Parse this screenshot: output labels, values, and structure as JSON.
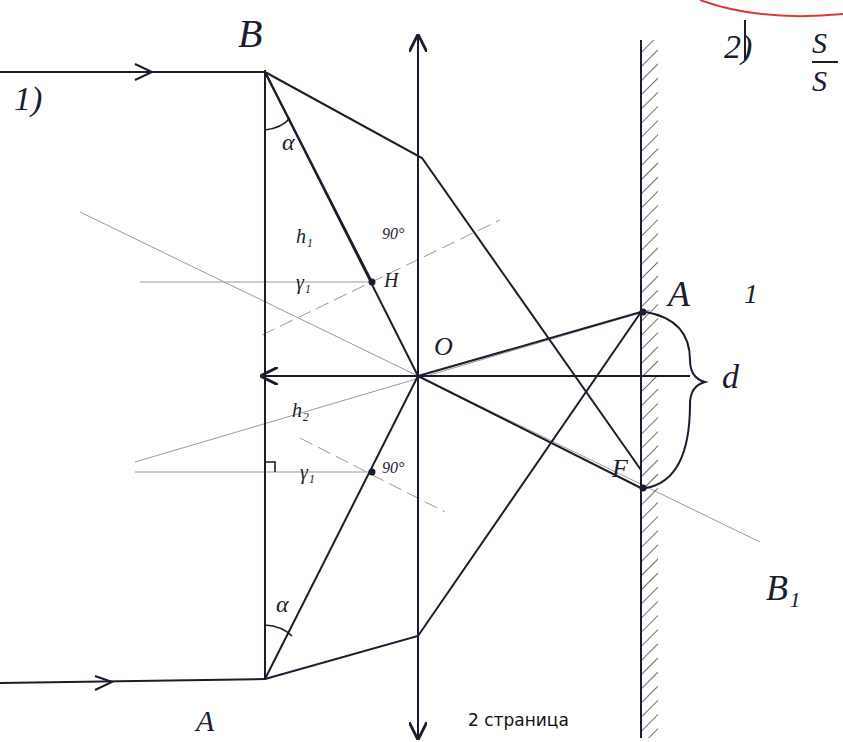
{
  "diagram": {
    "caption": "2 страница",
    "labels": [
      "B",
      "1)",
      "2)",
      "S",
      "S",
      "α",
      "h₁",
      "γ₁",
      "90°",
      "H",
      "O",
      "h₂",
      "γ₁",
      "90°",
      "α",
      "A",
      "1",
      "d",
      "F",
      "B₁",
      "A"
    ]
  }
}
